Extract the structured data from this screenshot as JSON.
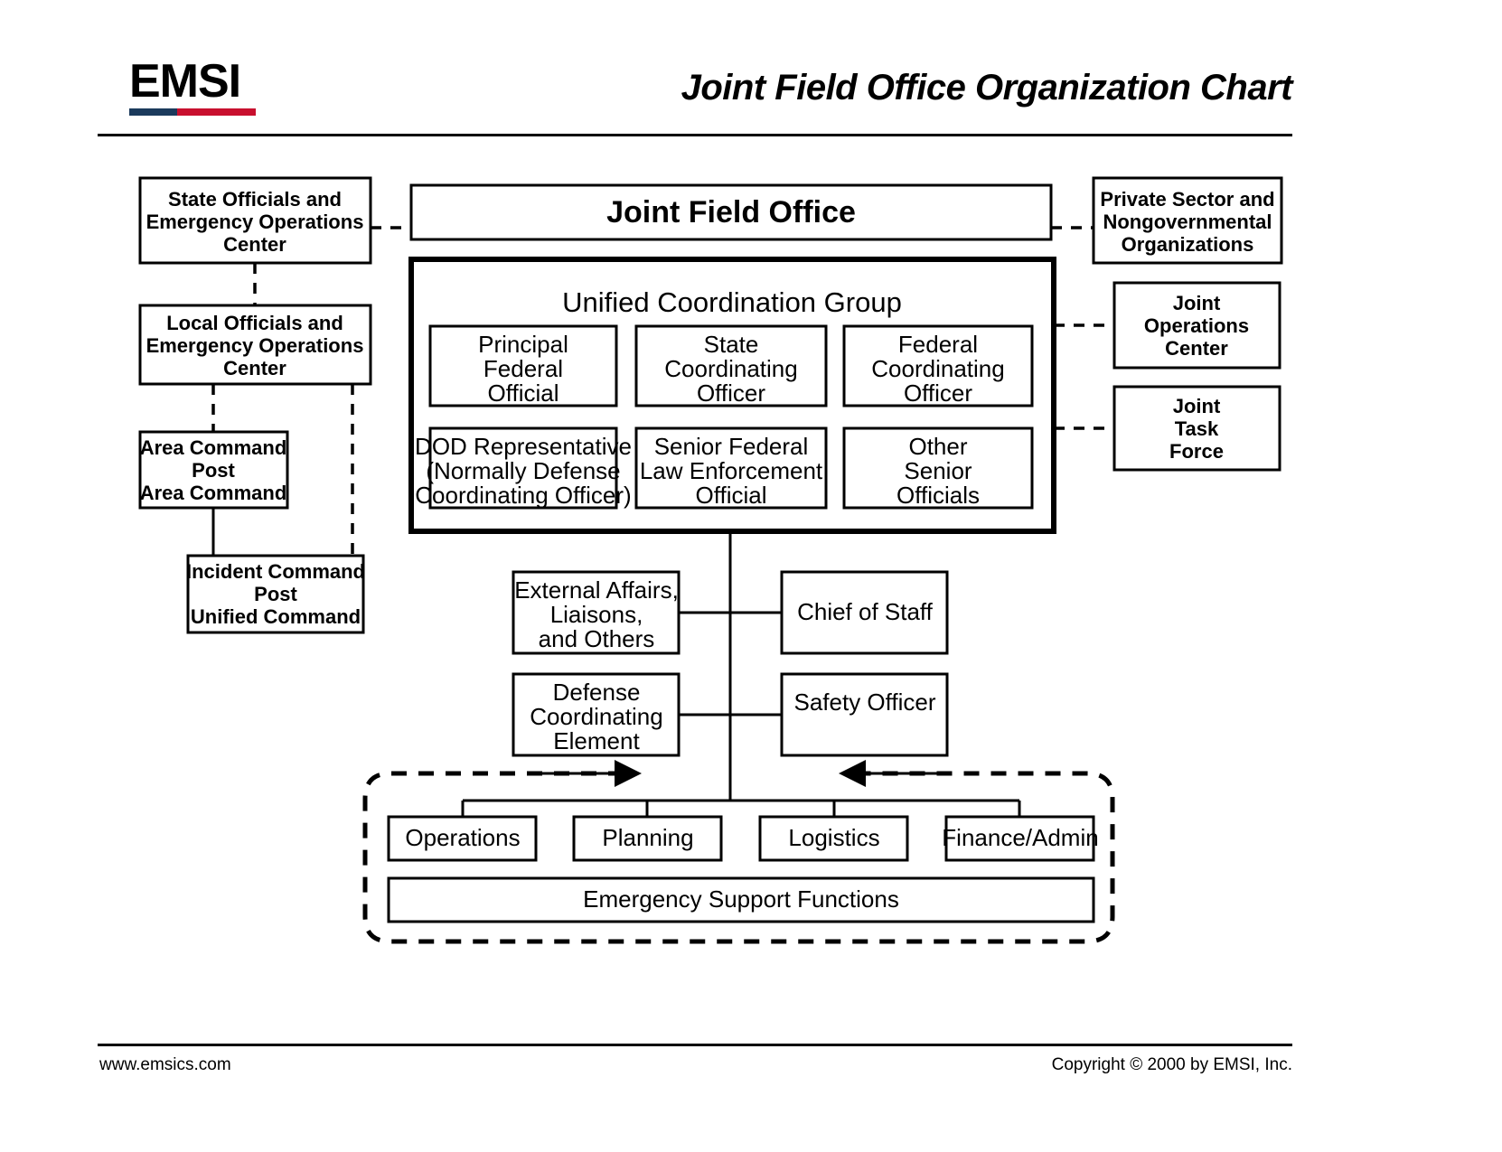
{
  "header": {
    "logo_text": "EMSI",
    "logo_bar_blue": "#1b3a5c",
    "logo_bar_red": "#c8102e",
    "title": "Joint Field Office Organization Chart"
  },
  "footer": {
    "website": "www.emsics.com",
    "copyright": "Copyright © 2000 by EMSI, Inc."
  },
  "chart_data": {
    "type": "diagram",
    "title": "Joint Field Office Organization Chart",
    "nodes": {
      "joint_field_office": "Joint Field Office",
      "unified_coordination_group": "Unified Coordination Group",
      "state_officials": "State Officials and\nEmergency Operations\nCenter",
      "local_officials": "Local Officials and\nEmergency Operations\nCenter",
      "area_command": "Area Command\nPost\nArea Command",
      "incident_command": "Incident Command\nPost\nUnified Command",
      "private_sector": "Private Sector and\nNongovernmental\nOrganizations",
      "joint_operations_center": "Joint\nOperations\nCenter",
      "joint_task_force": "Joint\nTask\nForce",
      "external_affairs": "External Affairs,\nLiaisons,\nand Others",
      "chief_of_staff": "Chief of Staff",
      "defense_coordinating_element": "Defense\nCoordinating\nElement",
      "safety_officer": "Safety Officer",
      "emergency_support_functions": "Emergency Support Functions"
    }
  },
  "left_column": [
    {
      "id": "state-officials",
      "lines": [
        "State Officials and",
        "Emergency Operations",
        "Center"
      ]
    },
    {
      "id": "local-officials",
      "lines": [
        "Local Officials and",
        "Emergency Operations",
        "Center"
      ]
    },
    {
      "id": "area-command",
      "lines": [
        "Area Command",
        "Post",
        "Area Command"
      ]
    },
    {
      "id": "incident-command",
      "lines": [
        "Incident Command",
        "Post",
        "Unified Command"
      ]
    }
  ],
  "right_column": [
    {
      "id": "private-sector",
      "lines": [
        "Private Sector and",
        "Nongovernmental",
        "Organizations"
      ]
    },
    {
      "id": "joint-operations-center",
      "lines": [
        "Joint",
        "Operations",
        "Center"
      ]
    },
    {
      "id": "joint-task-force",
      "lines": [
        "Joint",
        "Task",
        "Force"
      ]
    }
  ],
  "top": {
    "joint_field_office": "Joint Field Office"
  },
  "ucg": {
    "heading": "Unified Coordination Group",
    "members": [
      {
        "id": "principal-federal-official",
        "lines": [
          "Principal",
          "Federal",
          "Official"
        ]
      },
      {
        "id": "state-coordinating-officer",
        "lines": [
          "State",
          "Coordinating",
          "Officer"
        ]
      },
      {
        "id": "federal-coordinating-officer",
        "lines": [
          "Federal",
          "Coordinating",
          "Officer"
        ]
      },
      {
        "id": "dod-representative",
        "lines": [
          "DOD Representative",
          "(Normally Defense",
          "Coordinating Officer)"
        ]
      },
      {
        "id": "senior-federal-law-enforcement-official",
        "lines": [
          "Senior Federal",
          "Law Enforcement",
          "Official"
        ]
      },
      {
        "id": "other-senior-officials",
        "lines": [
          "Other",
          "Senior",
          "Officials"
        ]
      }
    ]
  },
  "staff": {
    "external_affairs": [
      "External Affairs,",
      "Liaisons,",
      "and Others"
    ],
    "chief_of_staff": [
      "Chief of Staff"
    ],
    "defense_coordinating_element": [
      "Defense",
      "Coordinating",
      "Element"
    ],
    "safety_officer": [
      "Safety Officer"
    ]
  },
  "sections": {
    "operations": "Operations",
    "planning": "Planning",
    "logistics": "Logistics",
    "finance_admin": "Finance/Admin",
    "emergency_support_functions": "Emergency Support Functions"
  }
}
